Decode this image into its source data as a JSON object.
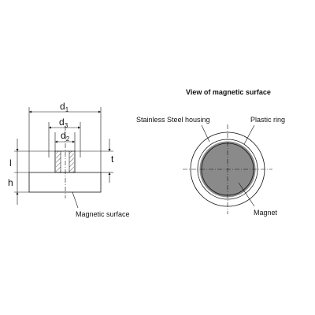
{
  "side_view": {
    "dims": {
      "d1": "d",
      "d1_sub": "1",
      "d3": "d",
      "d3_sub": "3",
      "d2": "d",
      "d2_sub": "2",
      "l": "l",
      "h": "h",
      "t": "t"
    },
    "label_magnetic_surface": "Magnetic surface"
  },
  "top_view": {
    "title": "View of magnetic surface",
    "label_housing": "Stainless Steel housing",
    "label_ring": "Plastic ring",
    "label_magnet": "Magnet"
  },
  "colors": {
    "body_fill": "#efefef",
    "ring_fill": "#f2f2f2",
    "magnet_fill": "#c6c6c6",
    "line": "#111111"
  }
}
